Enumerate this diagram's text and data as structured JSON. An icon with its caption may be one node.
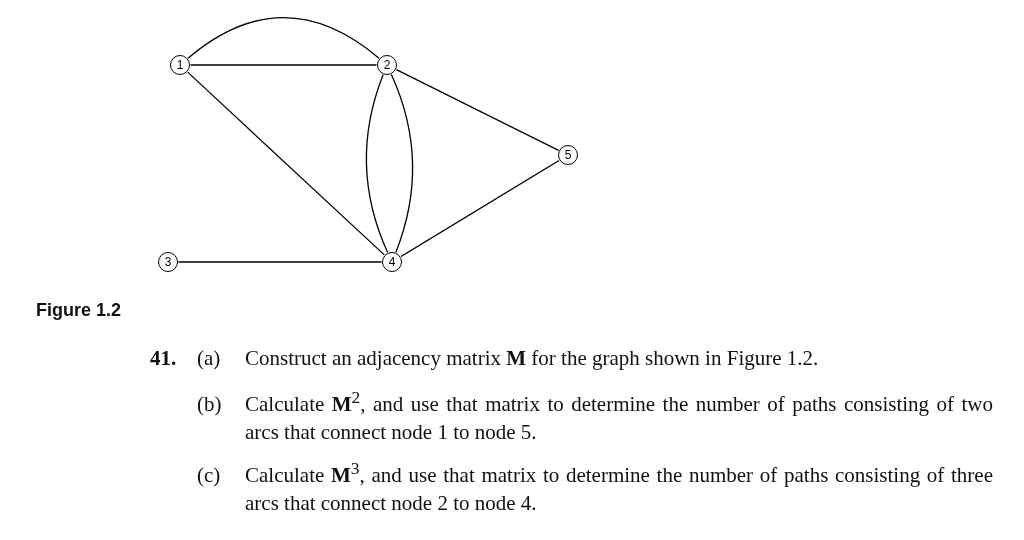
{
  "diagram": {
    "caption": "Figure 1.2",
    "nodes": [
      {
        "text": [
          "1"
        ]
      },
      {
        "text": [
          "2"
        ]
      },
      {
        "text": [
          "3"
        ]
      },
      {
        "text": [
          "4"
        ]
      },
      {
        "text": [
          "5"
        ]
      }
    ],
    "edges": [
      {
        "from": 0,
        "to": 1,
        "arrow": "none"
      },
      {
        "from": 0,
        "to": 1,
        "arrow": "none"
      },
      {
        "from": 0,
        "to": 3,
        "arrow": "none"
      },
      {
        "from": 1,
        "to": 3,
        "arrow": "none"
      },
      {
        "from": 1,
        "to": 3,
        "arrow": "none"
      },
      {
        "from": 1,
        "to": 4,
        "arrow": "none"
      },
      {
        "from": 4,
        "to": 3,
        "arrow": "none"
      },
      {
        "from": 2,
        "to": 3,
        "arrow": "none"
      }
    ],
    "labels": [
      "41.",
      "(a)",
      "Construct an adjacency matrix **M** for the graph shown in Figure 1.2.",
      "(b)",
      "Calculate **M**$^{2}$, and use that matrix to determine the number of paths consisting of two arcs that connect node 1 to node 5.",
      "(c)",
      "Calculate **M**$^{3}$, and use that matrix to determine the number of paths consisting of three arcs that connect node 2 to node 4."
    ]
  }
}
